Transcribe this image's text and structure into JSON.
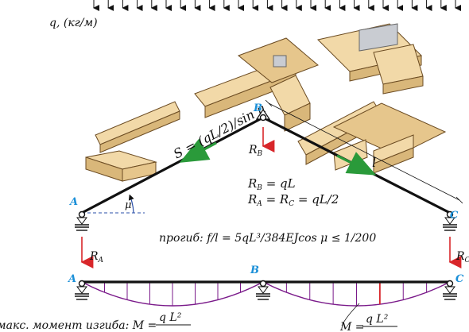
{
  "load_label": "q, (кг/м)",
  "points": {
    "a": "A",
    "b": "B",
    "c": "C"
  },
  "reactions": {
    "rb": "R",
    "rb_sub": "B",
    "ra": "R",
    "ra_sub": "A",
    "rc": "R",
    "rc_sub": "C"
  },
  "formulas": {
    "s_force": "S = (qL/2)/sin μ",
    "rb_eq_r": "R",
    "rb_eq_sub": "B",
    "rb_eq_rest": " = qL",
    "rarc_r1": "R",
    "rarc_sub1": "A",
    "rarc_eq": " = R",
    "rarc_sub2": "C",
    "rarc_rest": " = qL/2",
    "angle": "μ",
    "span": "l",
    "deflection": "прогиб: f/l = 5qL³/384EJcos μ ≤ 1/200",
    "moment_max_prefix": "макс. момент изгиба:  M = ",
    "moment_frac_num": "q L²",
    "moment_right_prefix": "M = ",
    "moment_right_num": "q L²"
  },
  "colors": {
    "beam": "#111111",
    "reaction_arrow": "#d8262a",
    "point_label": "#1a8fd8",
    "force_arrow": "#2a9a3a",
    "moment_curve": "#7a1a8a",
    "wood_face": "#f2d9a8",
    "wood_side": "#d9b77a"
  },
  "icons": [
    "down-arrow-icon",
    "pin-support-icon",
    "roller-support-icon"
  ]
}
